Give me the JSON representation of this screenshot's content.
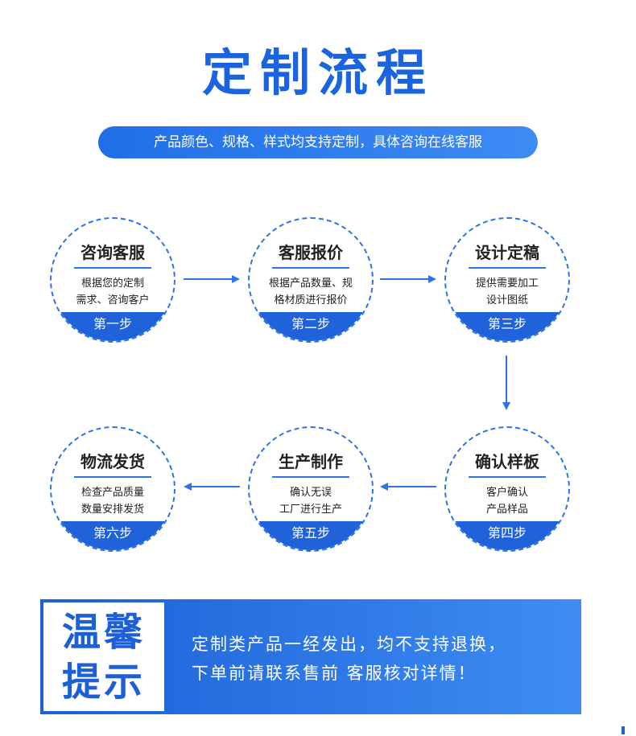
{
  "title": "定制流程",
  "subtitle": "产品颜色、规格、样式均支持定制，具体咨询在线客服",
  "steps": [
    {
      "title": "咨询客服",
      "desc": [
        "根据您的定制",
        "需求、咨询客户"
      ],
      "label": "第一步"
    },
    {
      "title": "客服报价",
      "desc": [
        "根据产品数量、规",
        "格材质进行报价"
      ],
      "label": "第二步"
    },
    {
      "title": "设计定稿",
      "desc": [
        "提供需要加工",
        "设计图纸"
      ],
      "label": "第三步"
    },
    {
      "title": "确认样板",
      "desc": [
        "客户确认",
        "产品样品"
      ],
      "label": "第四步"
    },
    {
      "title": "生产制作",
      "desc": [
        "确认无误",
        "工厂进行生产"
      ],
      "label": "第五步"
    },
    {
      "title": "物流发货",
      "desc": [
        "检查产品质量",
        "数量安排发货"
      ],
      "label": "第六步"
    }
  ],
  "tip": {
    "label": [
      "温馨",
      "提示"
    ],
    "lines": [
      "定制类产品一经发出，均不支持退换，",
      "下单前请联系售前 客服核对详情！"
    ]
  },
  "colors": {
    "accent": "#1f62d9",
    "title": "#1a64e0"
  }
}
